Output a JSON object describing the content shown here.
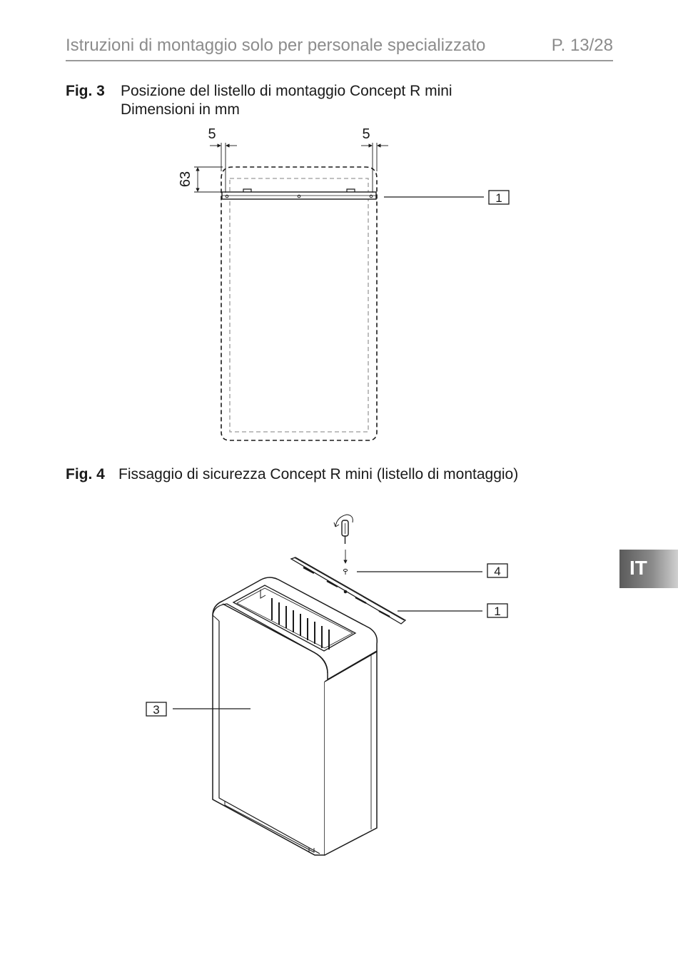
{
  "header": {
    "title": "Istruzioni di montaggio solo per personale specializzato",
    "page": "P. 13/28"
  },
  "fig3": {
    "label": "Fig. 3",
    "caption_line1": "Posizione del listello di montaggio Concept R mini",
    "caption_line2": "Dimensioni in mm",
    "dim_left": "5",
    "dim_right": "5",
    "dim_height": "63",
    "callout_1": "1"
  },
  "fig4": {
    "label": "Fig. 4",
    "caption": "Fissaggio di sicurezza Concept R mini (listello di montaggio)",
    "callout_4": "4",
    "callout_1": "1",
    "callout_3": "3"
  },
  "lang_tab": "IT"
}
